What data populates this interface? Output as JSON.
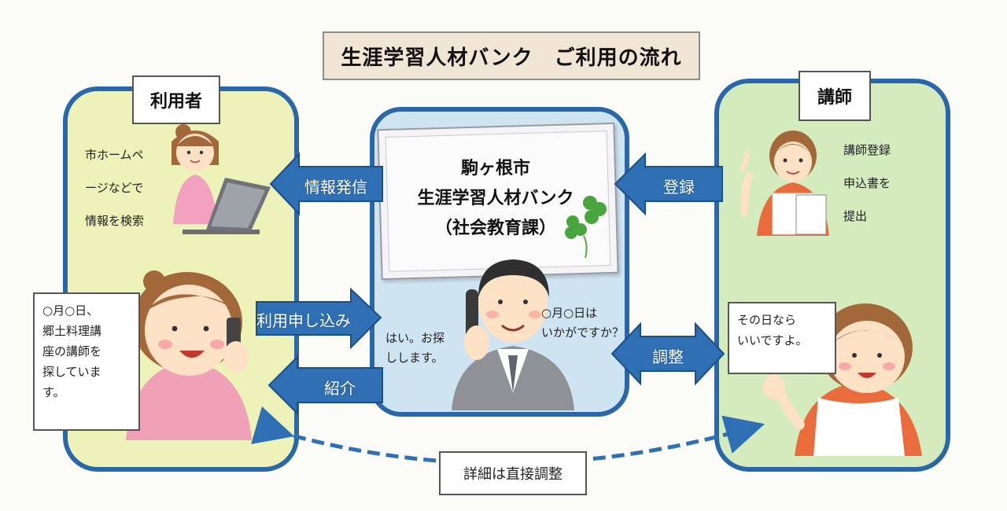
{
  "title": "生涯学習人材バンク　ご利用の流れ",
  "left_panel": {
    "label": "利用者",
    "search_text": [
      "市ホームペ",
      "ージなどで",
      "情報を検索"
    ],
    "speech": [
      "○月○日、",
      "郷土料理講",
      "座の講師を",
      "探していま",
      "す。"
    ]
  },
  "center_panel": {
    "card_lines": [
      "駒ヶ根市",
      "生涯学習人材バンク",
      "（社会教育課）"
    ],
    "reply_text": [
      "はい。お探",
      "しします。"
    ],
    "question_text": [
      "○月○日は",
      "いかがですか？"
    ]
  },
  "right_panel": {
    "label": "講師",
    "register_text": [
      "講師登録",
      "申込書を",
      "提出"
    ],
    "speech": [
      "その日なら",
      "いいですよ。"
    ]
  },
  "arrows": {
    "info": "情報発信",
    "register": "登録",
    "apply": "利用申し込み",
    "introduce": "紹介",
    "adjust": "調整"
  },
  "bottom_note": "詳細は直接調整",
  "colors": {
    "arrow_blue": "#2f6fb3",
    "panel_border": "#2a67a8",
    "left_panel": "#ecf2b8",
    "center_panel": "#cfe4f1",
    "right_panel": "#d3ebbd",
    "title_bg": "#f1e6d6"
  }
}
